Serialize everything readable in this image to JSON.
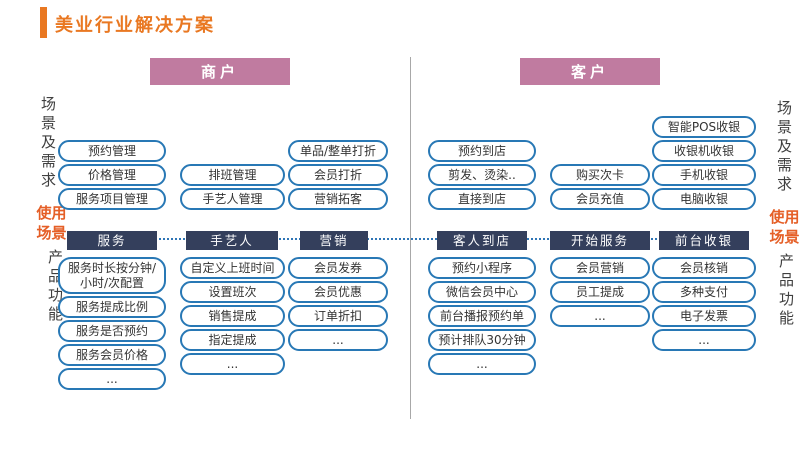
{
  "title": "美业行业解决方案",
  "side_labels": {
    "scene_needs": "场景及需求",
    "usage_scene": "使用场景",
    "product_features": "产品功能"
  },
  "headers": {
    "merchant": "商户",
    "customer": "客户"
  },
  "columns": [
    {
      "banner": "服务",
      "top": [
        "预约管理",
        "价格管理",
        "服务项目管理"
      ],
      "bottom": [
        "服务时长按分钟/小时/次配置",
        "服务提成比例",
        "服务是否预约",
        "服务会员价格",
        "..."
      ]
    },
    {
      "banner": "手艺人",
      "top": [
        "排班管理",
        "手艺人管理"
      ],
      "bottom": [
        "自定义上班时间",
        "设置班次",
        "销售提成",
        "指定提成",
        "..."
      ]
    },
    {
      "banner": "营销",
      "top": [
        "单品/整单打折",
        "会员打折",
        "营销拓客"
      ],
      "bottom": [
        "会员发券",
        "会员优惠",
        "订单折扣",
        "..."
      ]
    },
    {
      "banner": "客人到店",
      "top": [
        "预约到店",
        "剪发、烫染..",
        "直接到店"
      ],
      "bottom": [
        "预约小程序",
        "微信会员中心",
        "前台播报预约单",
        "预计排队30分钟",
        "..."
      ]
    },
    {
      "banner": "开始服务",
      "top": [
        "购买次卡",
        "会员充值"
      ],
      "bottom": [
        "会员营销",
        "员工提成",
        "..."
      ]
    },
    {
      "banner": "前台收银",
      "top": [
        "智能POS收银",
        "收银机收银",
        "手机收银",
        "电脑收银"
      ],
      "bottom": [
        "会员核销",
        "多种支付",
        "电子发票",
        "..."
      ]
    }
  ],
  "colors": {
    "accent_orange": "#e97822",
    "side_label_orange": "#e55f27",
    "header_pink": "#c07ba0",
    "banner_navy": "#343f5c",
    "box_border_blue": "#2878b5",
    "connector_blue": "#2e75b6"
  }
}
